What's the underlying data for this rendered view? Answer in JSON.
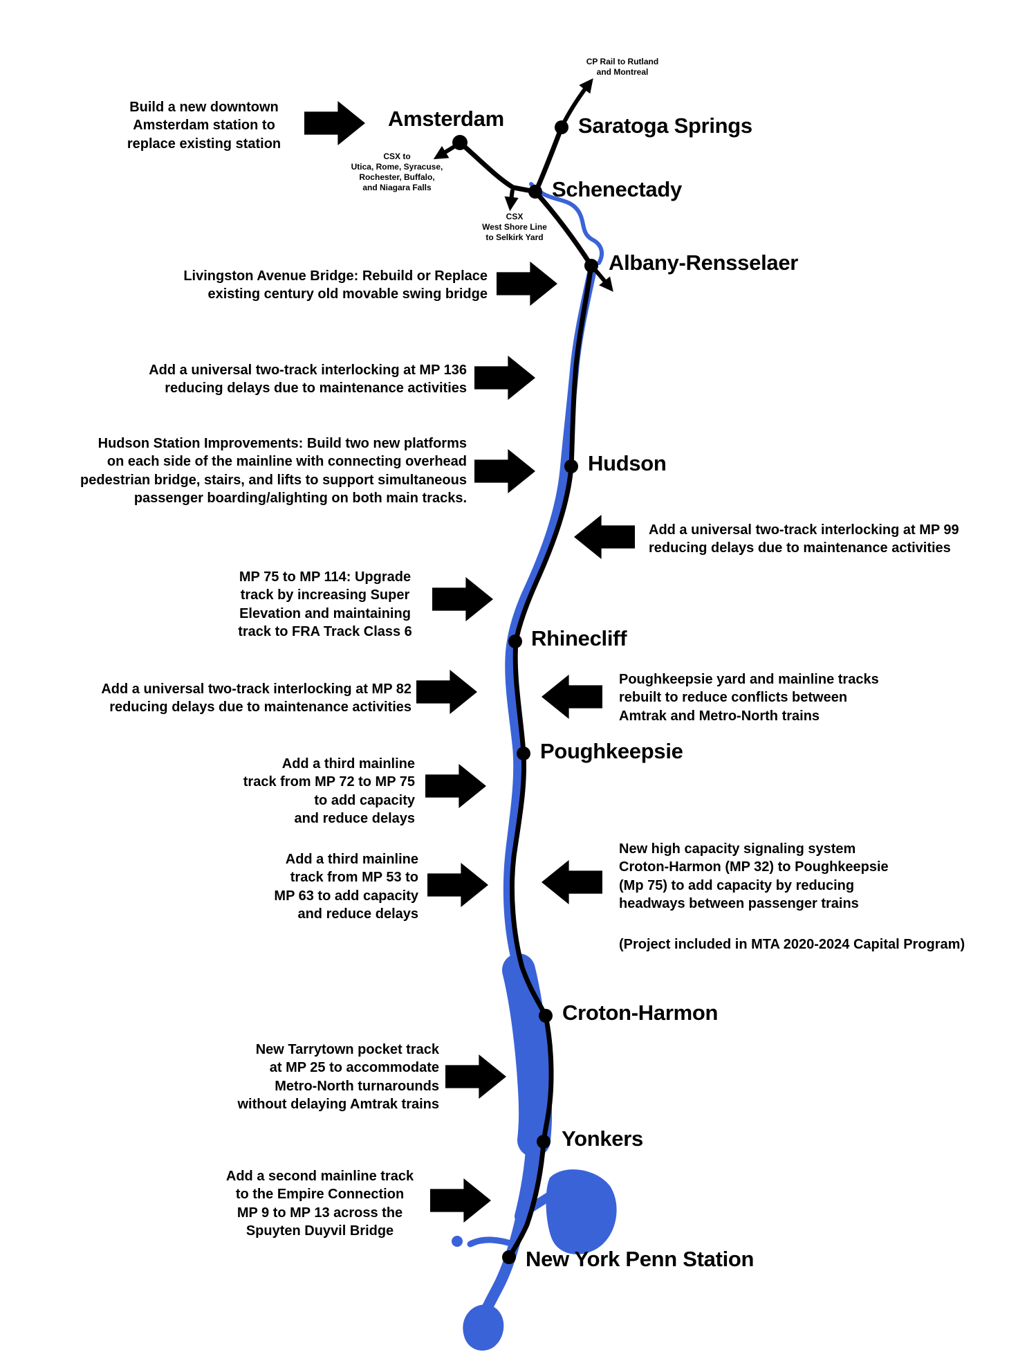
{
  "map": {
    "colors": {
      "river": "#3a63d8",
      "rail": "#000000"
    }
  },
  "stations": [
    {
      "label": "Amsterdam"
    },
    {
      "label": "Saratoga Springs"
    },
    {
      "label": "Schenectady"
    },
    {
      "label": "Albany-Rensselaer"
    },
    {
      "label": "Hudson"
    },
    {
      "label": "Rhinecliff"
    },
    {
      "label": "Poughkeepsie"
    },
    {
      "label": "Croton-Harmon"
    },
    {
      "label": "Yonkers"
    },
    {
      "label": "New York Penn Station"
    }
  ],
  "branches": [
    {
      "label": "CP Rail to Rutland\nand Montreal"
    },
    {
      "label": "CSX to\nUtica, Rome, Syracuse,\nRochester, Buffalo,\nand Niagara Falls"
    },
    {
      "label": "CSX\nWest Shore Line\nto Selkirk Yard"
    }
  ],
  "annotations": [
    {
      "text": "Build a new downtown\nAmsterdam station to\nreplace existing station",
      "arrow": "right"
    },
    {
      "text": "Livingston Avenue Bridge: Rebuild or Replace\nexisting century old movable swing bridge",
      "arrow": "right"
    },
    {
      "text": "Add a universal two-track interlocking at MP 136\nreducing delays due to maintenance activities",
      "arrow": "right"
    },
    {
      "text": "Hudson Station Improvements: Build two new platforms\non each side of the mainline with connecting overhead\npedestrian bridge, stairs, and lifts to support simultaneous\npassenger boarding/alighting on both main tracks.",
      "arrow": "right"
    },
    {
      "text": "Add a universal two-track interlocking at MP 99\nreducing delays due to maintenance activities",
      "arrow": "left"
    },
    {
      "text": "MP 75 to MP 114: Upgrade\ntrack by increasing Super\nElevation and maintaining\ntrack to FRA Track Class 6",
      "arrow": "right"
    },
    {
      "text": "Add a universal two-track interlocking at MP 82\nreducing delays due to maintenance activities",
      "arrow": "right"
    },
    {
      "text": "Poughkeepsie yard and mainline tracks\nrebuilt to reduce conflicts between\nAmtrak and Metro-North trains",
      "arrow": "left"
    },
    {
      "text": "Add a third mainline\ntrack from MP 72 to MP 75\nto add capacity\nand reduce delays",
      "arrow": "right"
    },
    {
      "text": "Add a third mainline\ntrack from MP 53 to\nMP 63 to add capacity\nand reduce delays",
      "arrow": "right"
    },
    {
      "text": "New high capacity signaling system\nCroton-Harmon (MP 32) to Poughkeepsie\n(Mp 75) to add capacity by reducing\nheadways between passenger trains",
      "note": "(Project included in MTA 2020-2024 Capital Program)",
      "arrow": "left"
    },
    {
      "text": "New Tarrytown pocket track\nat MP 25 to accommodate\nMetro-North turnarounds\nwithout delaying Amtrak trains",
      "arrow": "right"
    },
    {
      "text": "Add a second mainline track\nto the Empire Connection\nMP 9 to MP 13 across the\nSpuyten Duyvil Bridge",
      "arrow": "right"
    }
  ]
}
